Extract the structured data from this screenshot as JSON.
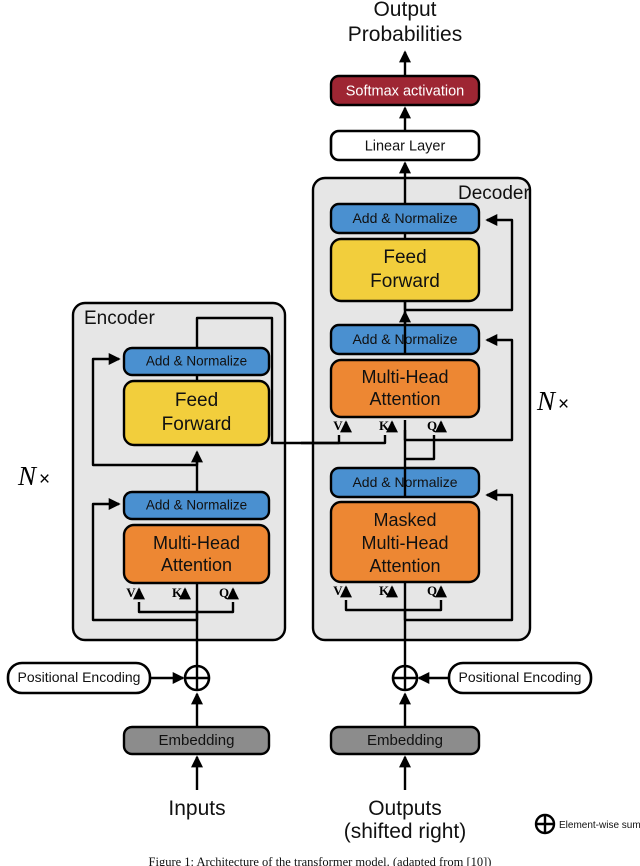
{
  "figure": {
    "caption": "Figure 1: Architecture of the transformer model. (adapted from [10])"
  },
  "colors": {
    "softmax": "#9E2633",
    "add_norm": "#4A90D0",
    "feed_forward": "#F2CE3C",
    "attention": "#ED8733",
    "embedding": "#8C8C8C",
    "container": "#E6E6E6",
    "plain": "#FFFFFF",
    "stroke": "#000000"
  },
  "top": {
    "output_probabilities_line1": "Output",
    "output_probabilities_line2": "Probabilities",
    "softmax_label": "Softmax activation",
    "linear_label": "Linear Layer"
  },
  "encoder": {
    "title": "Encoder",
    "repeat_label": "N",
    "repeat_times": "×",
    "add_norm_top": "Add & Normalize",
    "feed_forward_line1": "Feed",
    "feed_forward_line2": "Forward",
    "add_norm_bottom": "Add & Normalize",
    "attention_line1": "Multi-Head",
    "attention_line2": "Attention",
    "qkv": [
      "V",
      "K",
      "Q"
    ]
  },
  "decoder": {
    "title": "Decoder",
    "repeat_label": "N",
    "repeat_times": "×",
    "add_norm_top": "Add & Normalize",
    "feed_forward_line1": "Feed",
    "feed_forward_line2": "Forward",
    "add_norm_mid": "Add & Normalize",
    "cross_attention_line1": "Multi-Head",
    "cross_attention_line2": "Attention",
    "cross_qkv": [
      "V",
      "K",
      "Q"
    ],
    "add_norm_bottom": "Add & Normalize",
    "masked_attention_line1": "Masked",
    "masked_attention_line2": "Multi-Head",
    "masked_attention_line3": "Attention",
    "masked_qkv": [
      "V",
      "K",
      "Q"
    ]
  },
  "bottom": {
    "positional_encoding_left": "Positional Encoding",
    "positional_encoding_right": "Positional Encoding",
    "embedding_left": "Embedding",
    "embedding_right": "Embedding",
    "inputs_label": "Inputs",
    "outputs_label_line1": "Outputs",
    "outputs_label_line2": "(shifted right)"
  },
  "legend": {
    "element_wise_sum": "Element-wise sum"
  }
}
